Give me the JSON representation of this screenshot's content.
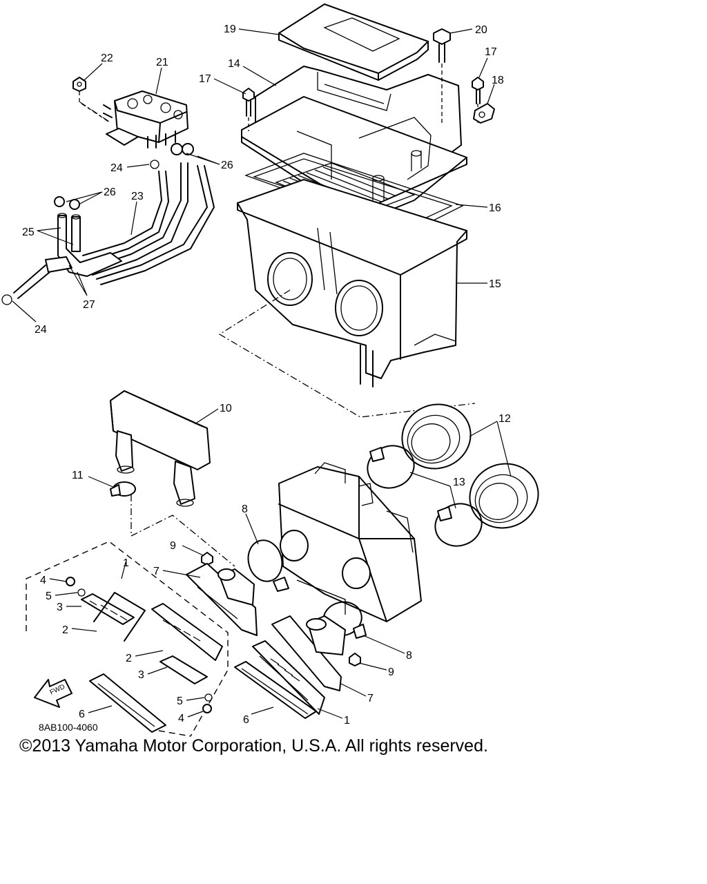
{
  "diagram": {
    "code": "8AB100-4060",
    "fwd_label": "FWD",
    "callouts": {
      "n1_box": "1",
      "n1_bottom": "1",
      "n2_upper": "2",
      "n2_lower": "2",
      "n3_upper": "3",
      "n3_lower": "3",
      "n4_upper": "4",
      "n4_lower": "4",
      "n5_upper": "5",
      "n5_lower": "5",
      "n6_left": "6",
      "n6_right": "6",
      "n7_left": "7",
      "n7_right": "7",
      "n8_left": "8",
      "n8_right": "8",
      "n9_left": "9",
      "n9_right": "9",
      "n10": "10",
      "n11": "11",
      "n12": "12",
      "n13": "13",
      "n14": "14",
      "n15": "15",
      "n16": "16",
      "n17_left": "17",
      "n17_right": "17",
      "n18": "18",
      "n19": "19",
      "n20": "20",
      "n21": "21",
      "n22": "22",
      "n23": "23",
      "n24_upper": "24",
      "n24_lower": "24",
      "n25": "25",
      "n26_right": "26",
      "n26_left": "26",
      "n27": "27"
    }
  },
  "footer": {
    "copyright": "©2013 Yamaha Motor Corporation, U.S.A. All rights reserved."
  }
}
